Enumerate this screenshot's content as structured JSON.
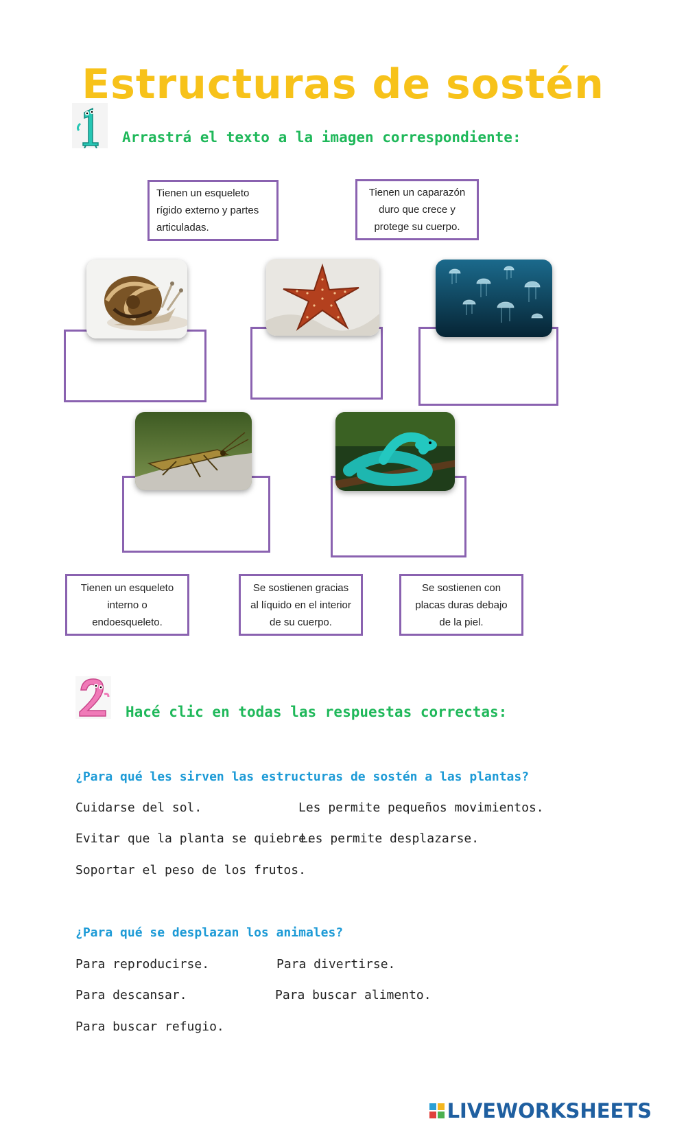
{
  "title": "Estructuras de sostén",
  "section1": {
    "number": "1",
    "heading": "Arrastrá el texto a la imagen correspondiente:",
    "cards_top": [
      "Tienen un esqueleto rígido externo y partes articuladas.",
      "Tienen un caparazón duro que crece  y protege su cuerpo."
    ],
    "cards_bottom": [
      "Tienen un esqueleto interno o endoesqueleto.",
      "Se sostienen gracias al líquido en el interior de su cuerpo.",
      "Se sostienen con placas duras debajo de la piel."
    ],
    "images": [
      "snail-photo",
      "starfish-photo",
      "jellyfish-photo",
      "grasshopper-photo",
      "snake-photo"
    ]
  },
  "section2": {
    "number": "2",
    "heading": "Hacé clic en todas las respuestas correctas:",
    "q1": {
      "question": "¿Para qué les sirven las estructuras de sostén a las plantas?",
      "options": [
        "Cuidarse del sol.",
        "Les permite pequeños movimientos.",
        "Evitar que la planta se quiebre.",
        "Les permite desplazarse.",
        "Soportar el peso de los frutos."
      ]
    },
    "q2": {
      "question": "¿Para qué se desplazan los animales?",
      "options": [
        "Para reproducirse.",
        "Para divertirse.",
        "Para descansar.",
        "Para buscar alimento.",
        "Para buscar refugio."
      ]
    }
  },
  "footer": {
    "logo_text": "LIVEWORKSHEETS"
  },
  "colors": {
    "title": "#f7c21a",
    "heading": "#1fb85a",
    "question": "#1c9ad6",
    "border": "#8a62b0"
  }
}
